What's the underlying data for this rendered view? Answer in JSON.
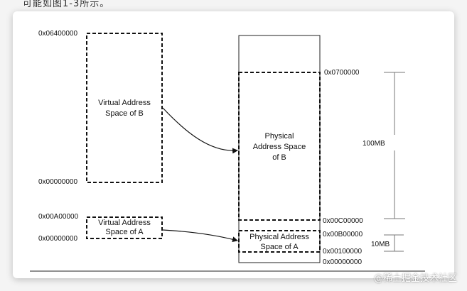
{
  "caption": "可能如图1-3所示。",
  "virtual_b": {
    "label_line1": "Virtual  Address",
    "label_line2": "Space of  B",
    "start_addr": "0x00000000",
    "end_addr": "0x06400000"
  },
  "virtual_a": {
    "label_line1": "Virtual Address",
    "label_line2": "Space of A",
    "start_addr": "0x00000000",
    "end_addr": "0x00A00000"
  },
  "physical_b": {
    "label_line1": "Physical",
    "label_line2": "Address Space",
    "label_line3": "of B",
    "top_addr": "0x0700000",
    "bottom_addr": "0x00C00000"
  },
  "physical_a": {
    "label_line1": "Physical Address",
    "label_line2": "Space of A",
    "top_addr": "0x00B00000",
    "bottom_addr": "0x00100000"
  },
  "physical_base_addr": "0x00000000",
  "size_b": "100MB",
  "size_a": "10MB",
  "watermark": "@稀土掘金技术社区"
}
